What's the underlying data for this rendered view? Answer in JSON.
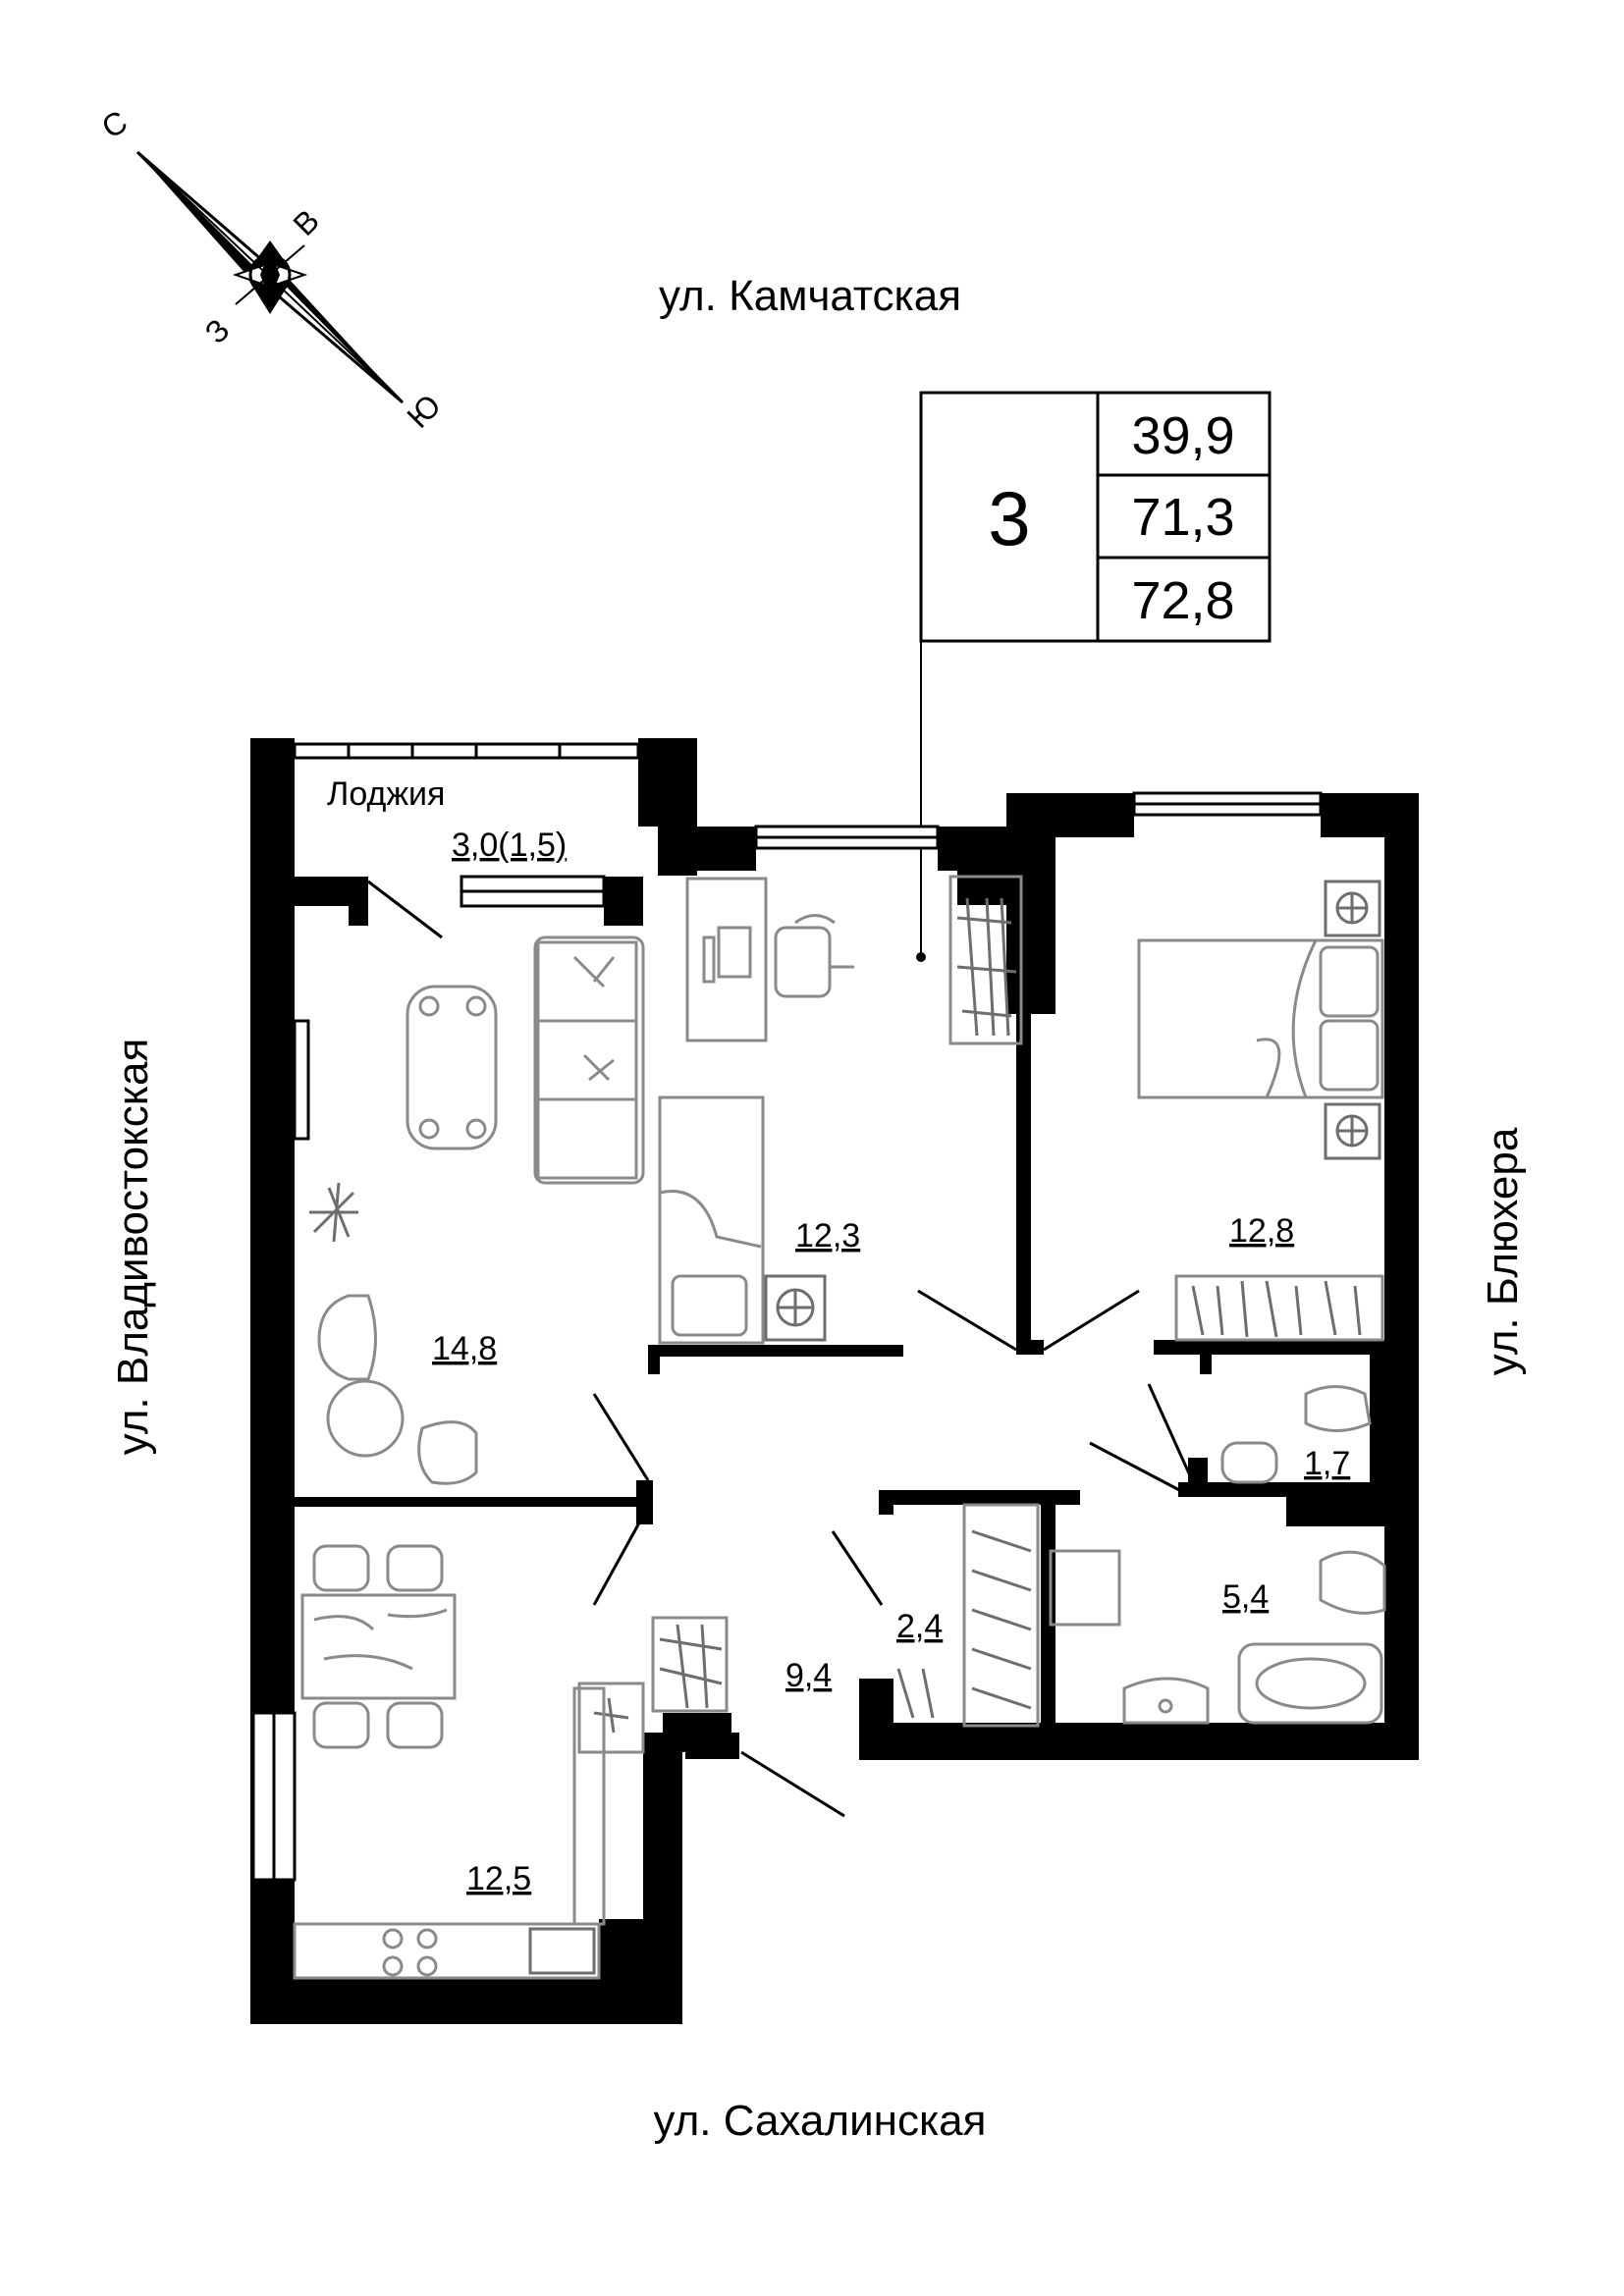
{
  "compass": {
    "north": "С",
    "east": "В",
    "south": "Ю",
    "west": "З"
  },
  "streets": {
    "top": "ул. Камчатская",
    "bottom": "ул. Сахалинская",
    "left": "ул. Владивостокская",
    "right": "ул. Блюхера"
  },
  "apartment": {
    "rooms_count": "3",
    "living_area": "39,9",
    "total_area_without_loggia": "71,3",
    "total_area": "72,8"
  },
  "rooms": {
    "loggia_label": "Лоджия",
    "loggia_area": "3,0(1,5)",
    "living_room": "14,8",
    "office_room": "12,3",
    "bedroom": "12,8",
    "wc": "1,7",
    "bathroom": "5,4",
    "storage": "2,4",
    "hallway": "9,4",
    "kitchen": "12,5"
  }
}
